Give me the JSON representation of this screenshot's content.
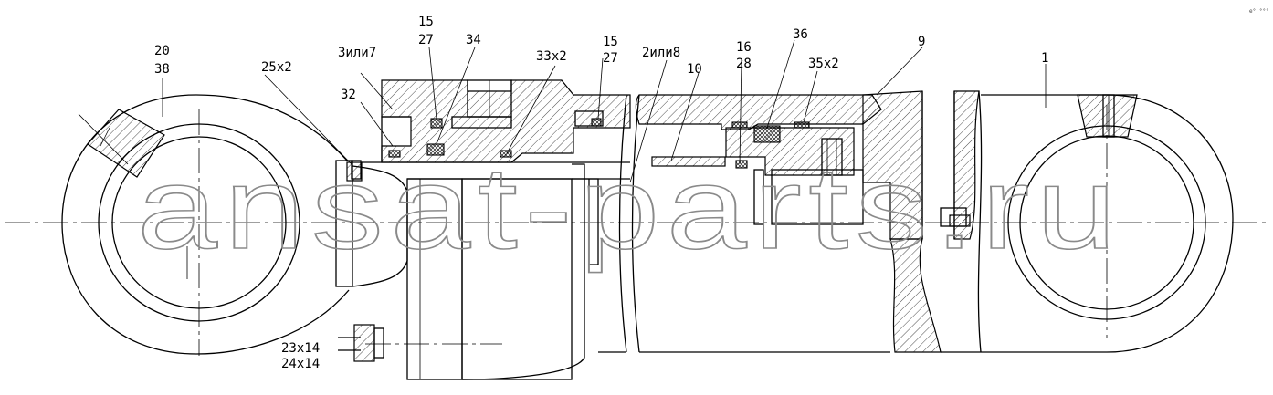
{
  "watermark": "ansat-parts.ru",
  "corner_mark": "e° °°°",
  "callouts": {
    "c20_38": [
      "20",
      "38"
    ],
    "c25x2": "25x2",
    "c3or7": "3или7",
    "c15_27a": [
      "15",
      "27"
    ],
    "c34": "34",
    "c32": "32",
    "c33x2": "33x2",
    "c15_27b": [
      "15",
      "27"
    ],
    "c2or8": "2или8",
    "c10": "10",
    "c16_28": [
      "16",
      "28"
    ],
    "c36": "36",
    "c35x2": "35x2",
    "c9": "9",
    "c1": "1",
    "c23_24": [
      "23x14",
      "24x14"
    ]
  }
}
